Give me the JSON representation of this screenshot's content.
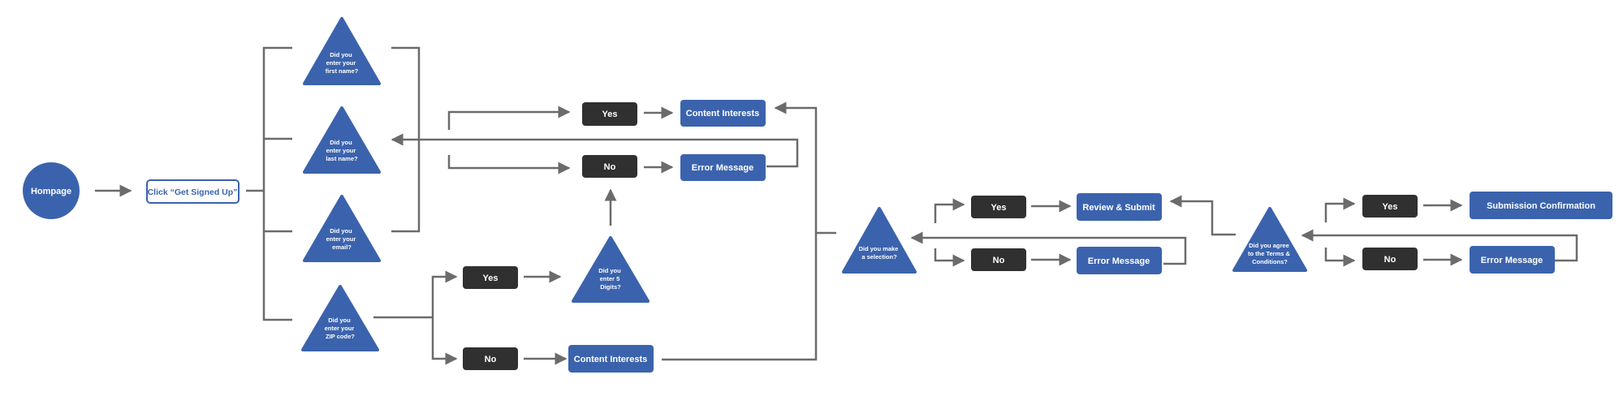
{
  "colors": {
    "blue": "#3b63ad",
    "dark": "#303030",
    "line": "#6b6b6b",
    "white": "#ffffff"
  },
  "flow": {
    "start": "Hompage",
    "signup": "Click “Get Signed Up”",
    "q_first": [
      "Did you",
      "enter your",
      "first name?"
    ],
    "q_last": [
      "Did you",
      "enter your",
      "last name?"
    ],
    "q_email": [
      "Did you",
      "enter your",
      "email?"
    ],
    "q_zip": [
      "Did you",
      "enter your",
      "ZIP code?"
    ],
    "zip_yes": "Yes",
    "zip_no": "No",
    "q_digits": [
      "Did you",
      "enter 5",
      "Digits?"
    ],
    "zip_no_result": "Content Interests",
    "name_yes": "Yes",
    "name_no": "No",
    "name_yes_result": "Content Interests",
    "name_no_result": "Error Message",
    "q_selection": [
      "Did you make",
      "a selection?"
    ],
    "sel_yes": "Yes",
    "sel_no": "No",
    "sel_yes_result": "Review & Submit",
    "sel_no_result": "Error Message",
    "q_terms": [
      "Did you agree",
      "to the Terms &",
      "Conditions?"
    ],
    "terms_yes": "Yes",
    "terms_no": "No",
    "terms_yes_result": "Submission Confirmation",
    "terms_no_result": "Error Message"
  }
}
